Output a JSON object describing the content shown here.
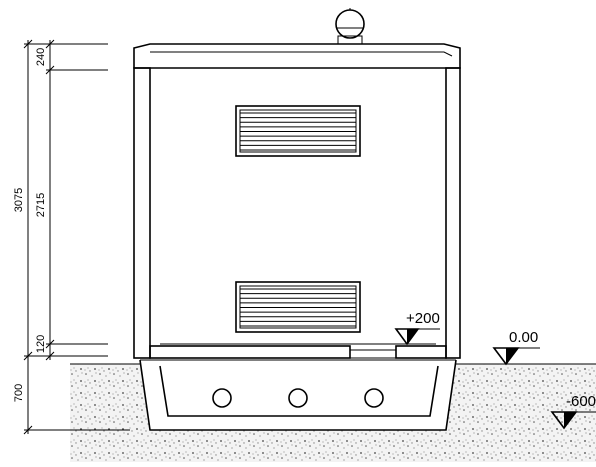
{
  "dimensions": {
    "total_height": "3075",
    "roof_thickness": "240",
    "interior_height": "2715",
    "floor_thickness": "120",
    "foundation_depth": "700"
  },
  "levels": {
    "floor_level": "+200",
    "ground_level": "0.00",
    "foundation_level": "-600"
  }
}
